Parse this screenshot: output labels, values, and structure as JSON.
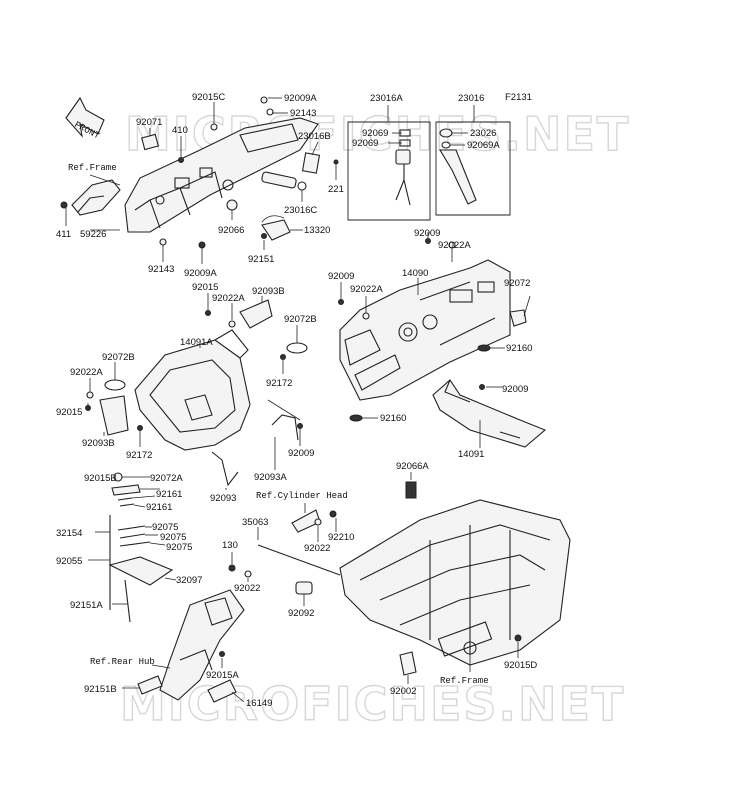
{
  "figure_code": "F2131",
  "watermark": "MICROFICHES.NET",
  "front_arrow_label": "FRONT",
  "refs": {
    "frame_top": "Ref.Frame",
    "cylinder_head": "Ref.Cylinder Head",
    "rear_hub": "Ref.Rear Hub",
    "frame_bottom": "Ref.Frame"
  },
  "labels": {
    "p92015c": "92015C",
    "p92009a_t": "92009A",
    "p92143_t": "92143",
    "p23016a": "23016A",
    "p23016": "23016",
    "p92071": "92071",
    "p410": "410",
    "p23016b": "23016B",
    "p92069_1": "92069",
    "p92069_2": "92069",
    "p23026": "23026",
    "p92069a": "92069A",
    "p221": "221",
    "p23016c": "23016C",
    "p92066": "92066",
    "p13320": "13320",
    "p411": "411",
    "p59226": "59226",
    "p92143_b": "92143",
    "p92009a_b": "92009A",
    "p92151": "92151",
    "p92009_r1": "92009",
    "p92022a_r1": "92022A",
    "p92009_r2": "92009",
    "p14090": "14090",
    "p92072": "92072",
    "p92022a_r2": "92022A",
    "p92160_1": "92160",
    "p92015_m": "92015",
    "p92022a_m": "92022A",
    "p92093b_m": "92093B",
    "p92072b_m": "92072B",
    "p14091a": "14091A",
    "p92172_m": "92172",
    "p92072b_l": "92072B",
    "p92022a_l": "92022A",
    "p92015_l": "92015",
    "p92093b_l": "92093B",
    "p92172_l": "92172",
    "p92009_m2": "92009",
    "p92093a": "92093A",
    "p92093": "92093",
    "p92009_r3": "92009",
    "p92160_2": "92160",
    "p14091": "14091",
    "p92015b": "92015B",
    "p92072a": "92072A",
    "p92161_1": "92161",
    "p92161_2": "92161",
    "p32154": "32154",
    "p92075_1": "92075",
    "p92075_2": "92075",
    "p92075_3": "92075",
    "p92055": "92055",
    "p32097": "32097",
    "p92151a": "92151A",
    "p92066a": "92066A",
    "p35063": "35063",
    "p92210": "92210",
    "p92022_c": "92022",
    "p130": "130",
    "p92022_b": "92022",
    "p92092": "92092",
    "p92015a": "92015A",
    "p92151b": "92151B",
    "p16149": "16149",
    "p92002": "92002",
    "p92015d": "92015D"
  }
}
